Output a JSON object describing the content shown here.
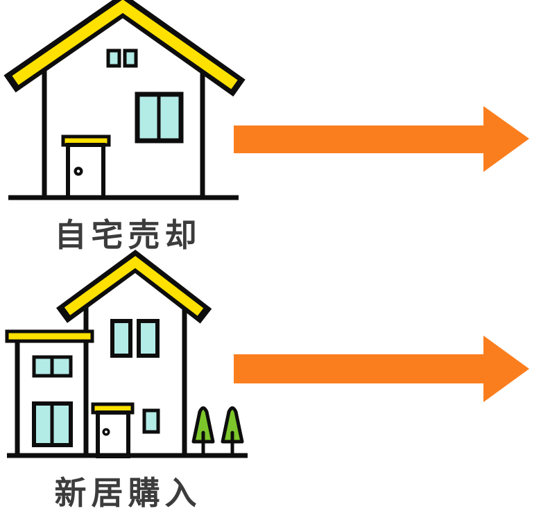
{
  "page": {
    "type": "real-estate-infographic",
    "background": "#FFFFFF"
  },
  "sections": [
    {
      "id": "sell",
      "label": "自宅売却",
      "icon": "single-story-house-icon",
      "arrow_icon": "right-arrow-icon",
      "arrow_direction": "right"
    },
    {
      "id": "buy",
      "label": "新居購入",
      "icon": "two-story-house-icon",
      "arrow_icon": "right-arrow-icon",
      "arrow_direction": "right"
    }
  ],
  "colors": {
    "background": "#FFFFFF",
    "roof_yellow": "#FFE100",
    "window_cyan": "#B3EBE7",
    "arrow_orange": "#FB7E1E",
    "tree_green": "#7CC62B",
    "outline_black": "#0D0D0D",
    "label_gray": "#3C3C3C"
  }
}
